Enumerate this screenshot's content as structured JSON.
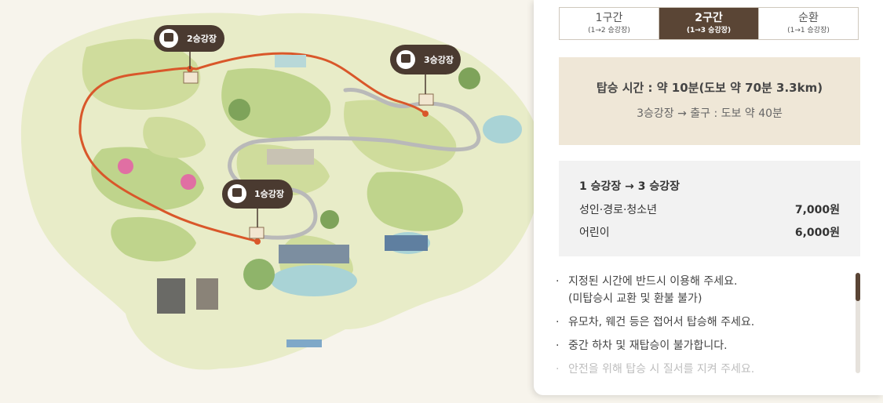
{
  "map": {
    "stops": [
      {
        "label": "1승강장"
      },
      {
        "label": "2승강장"
      },
      {
        "label": "3승강장"
      }
    ]
  },
  "tabs": [
    {
      "title": "1구간",
      "sub": "(1→2 승강장)",
      "active": false
    },
    {
      "title": "2구간",
      "sub": "(1→3 승강장)",
      "active": true
    },
    {
      "title": "순환",
      "sub": "(1→1 승강장)",
      "active": false
    }
  ],
  "info": {
    "ride_time": "탑승 시간 : 약 10분(도보 약 70분 3.3km)",
    "exit_time": "3승강장  →  출구 : 도보 약 40분"
  },
  "fare": {
    "route": "1 승강장  →  3 승강장",
    "rows": [
      {
        "label": "성인·경로·청소년",
        "value": "7,000원"
      },
      {
        "label": "어린이",
        "value": "6,000원"
      }
    ]
  },
  "notes": [
    "지정된 시간에 반드시 이용해 주세요.",
    "(미탑승시 교환 및 환불 불가)",
    "유모차, 웨건 등은 접어서 탑승해 주세요.",
    "중간 하차 및 재탑승이 불가합니다.",
    "안전을 위해 탑승 시 질서를 지켜 주세요."
  ],
  "colors": {
    "accent": "#5a4535",
    "route": "#d9572a",
    "track": "#b9b9b9"
  }
}
